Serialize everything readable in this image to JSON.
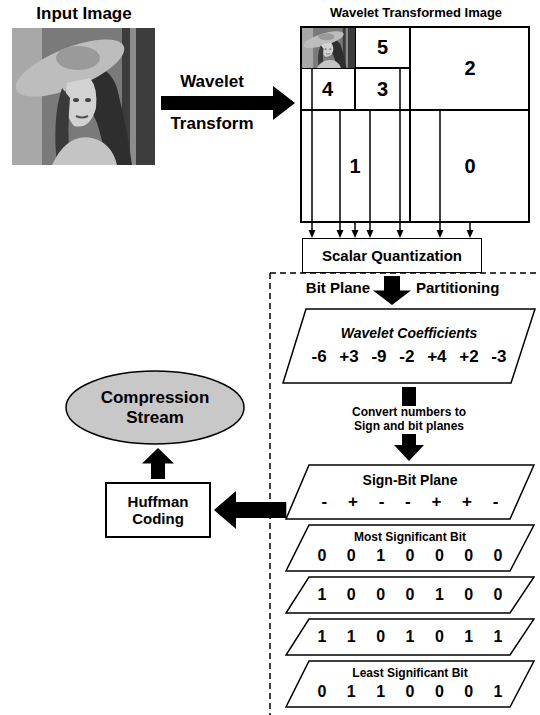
{
  "diagram": {
    "nodes": [
      {
        "text": [
          "Input Image"
        ]
      },
      {
        "text": [
          "Wavelet Transformed Image"
        ]
      },
      {
        "text": [
          "5"
        ],
        "in": 1
      },
      {
        "text": [
          "2"
        ],
        "in": 1
      },
      {
        "text": [
          "4"
        ],
        "in": 1
      },
      {
        "text": [
          "3"
        ],
        "in": 1
      },
      {
        "text": [
          "1"
        ],
        "in": 1
      },
      {
        "text": [
          "0"
        ],
        "in": 1
      },
      {
        "text": [
          "Scalar Quantization"
        ]
      },
      {
        "text": [
          "Wavelet Coefficients",
          "-6 +3 -9 -2 +4 +2 -3"
        ]
      },
      {
        "text": [
          "Sign-Bit Plane",
          "- + - - + + -"
        ]
      },
      {
        "text": [
          "Most Significant Bit",
          "0 0 1 0 0 0 0"
        ]
      },
      {
        "text": [
          "1 0 0 0 1 0 0"
        ]
      },
      {
        "text": [
          "1 1 0 1 0 1 1"
        ]
      },
      {
        "text": [
          "Least Significant Bit",
          "0 1 1 0 0 0 1"
        ]
      },
      {
        "text": [
          "Huffman Coding"
        ]
      },
      {
        "text": [
          "Compression Stream"
        ]
      }
    ],
    "edges": [
      {
        "from": 0,
        "to": 1,
        "arrow": "to"
      },
      {
        "from": 2,
        "to": 8,
        "arrow": "to"
      },
      {
        "from": 3,
        "to": 8,
        "arrow": "to"
      },
      {
        "from": 4,
        "to": 8,
        "arrow": "to"
      },
      {
        "from": 5,
        "to": 8,
        "arrow": "to"
      },
      {
        "from": 6,
        "to": 8,
        "arrow": "to"
      },
      {
        "from": 7,
        "to": 8,
        "arrow": "to"
      },
      {
        "from": 8,
        "to": 9,
        "arrow": "to"
      },
      {
        "from": 9,
        "to": 10,
        "arrow": "to",
        "label": "Convert numbers to Sign and bit planes"
      },
      {
        "from": 10,
        "to": 15,
        "arrow": "to"
      },
      {
        "from": 15,
        "to": 16,
        "arrow": "to"
      }
    ],
    "labels": [
      "Wavelet",
      "Transform",
      "Bit Plane",
      "Partitioning"
    ]
  }
}
